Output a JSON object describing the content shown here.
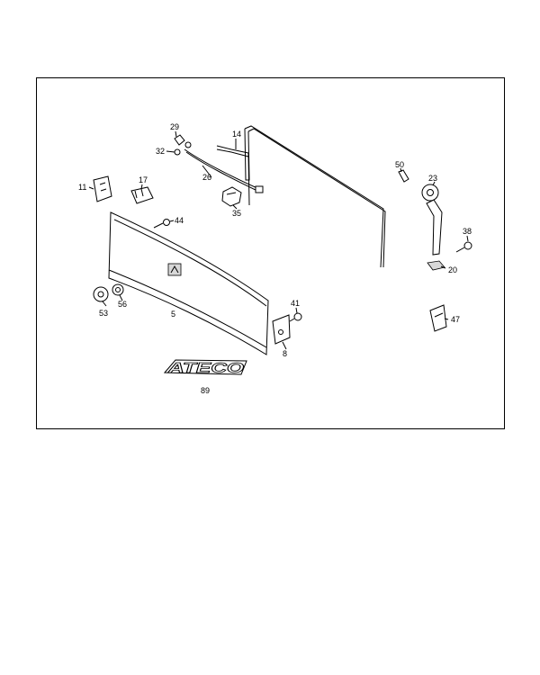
{
  "diagram": {
    "callouts": [
      {
        "id": "c29",
        "label": "29"
      },
      {
        "id": "c32",
        "label": "32"
      },
      {
        "id": "c14",
        "label": "14"
      },
      {
        "id": "c26",
        "label": "26"
      },
      {
        "id": "c35",
        "label": "35"
      },
      {
        "id": "c11",
        "label": "11"
      },
      {
        "id": "c17",
        "label": "17"
      },
      {
        "id": "c44",
        "label": "44"
      },
      {
        "id": "c50",
        "label": "50"
      },
      {
        "id": "c23",
        "label": "23"
      },
      {
        "id": "c38",
        "label": "38"
      },
      {
        "id": "c20",
        "label": "20"
      },
      {
        "id": "c53",
        "label": "53"
      },
      {
        "id": "c56",
        "label": "56"
      },
      {
        "id": "c5",
        "label": "5"
      },
      {
        "id": "c41",
        "label": "41"
      },
      {
        "id": "c8",
        "label": "8"
      },
      {
        "id": "c47",
        "label": "47"
      },
      {
        "id": "c89",
        "label": "89"
      }
    ],
    "emblem_text": "ATECO"
  }
}
